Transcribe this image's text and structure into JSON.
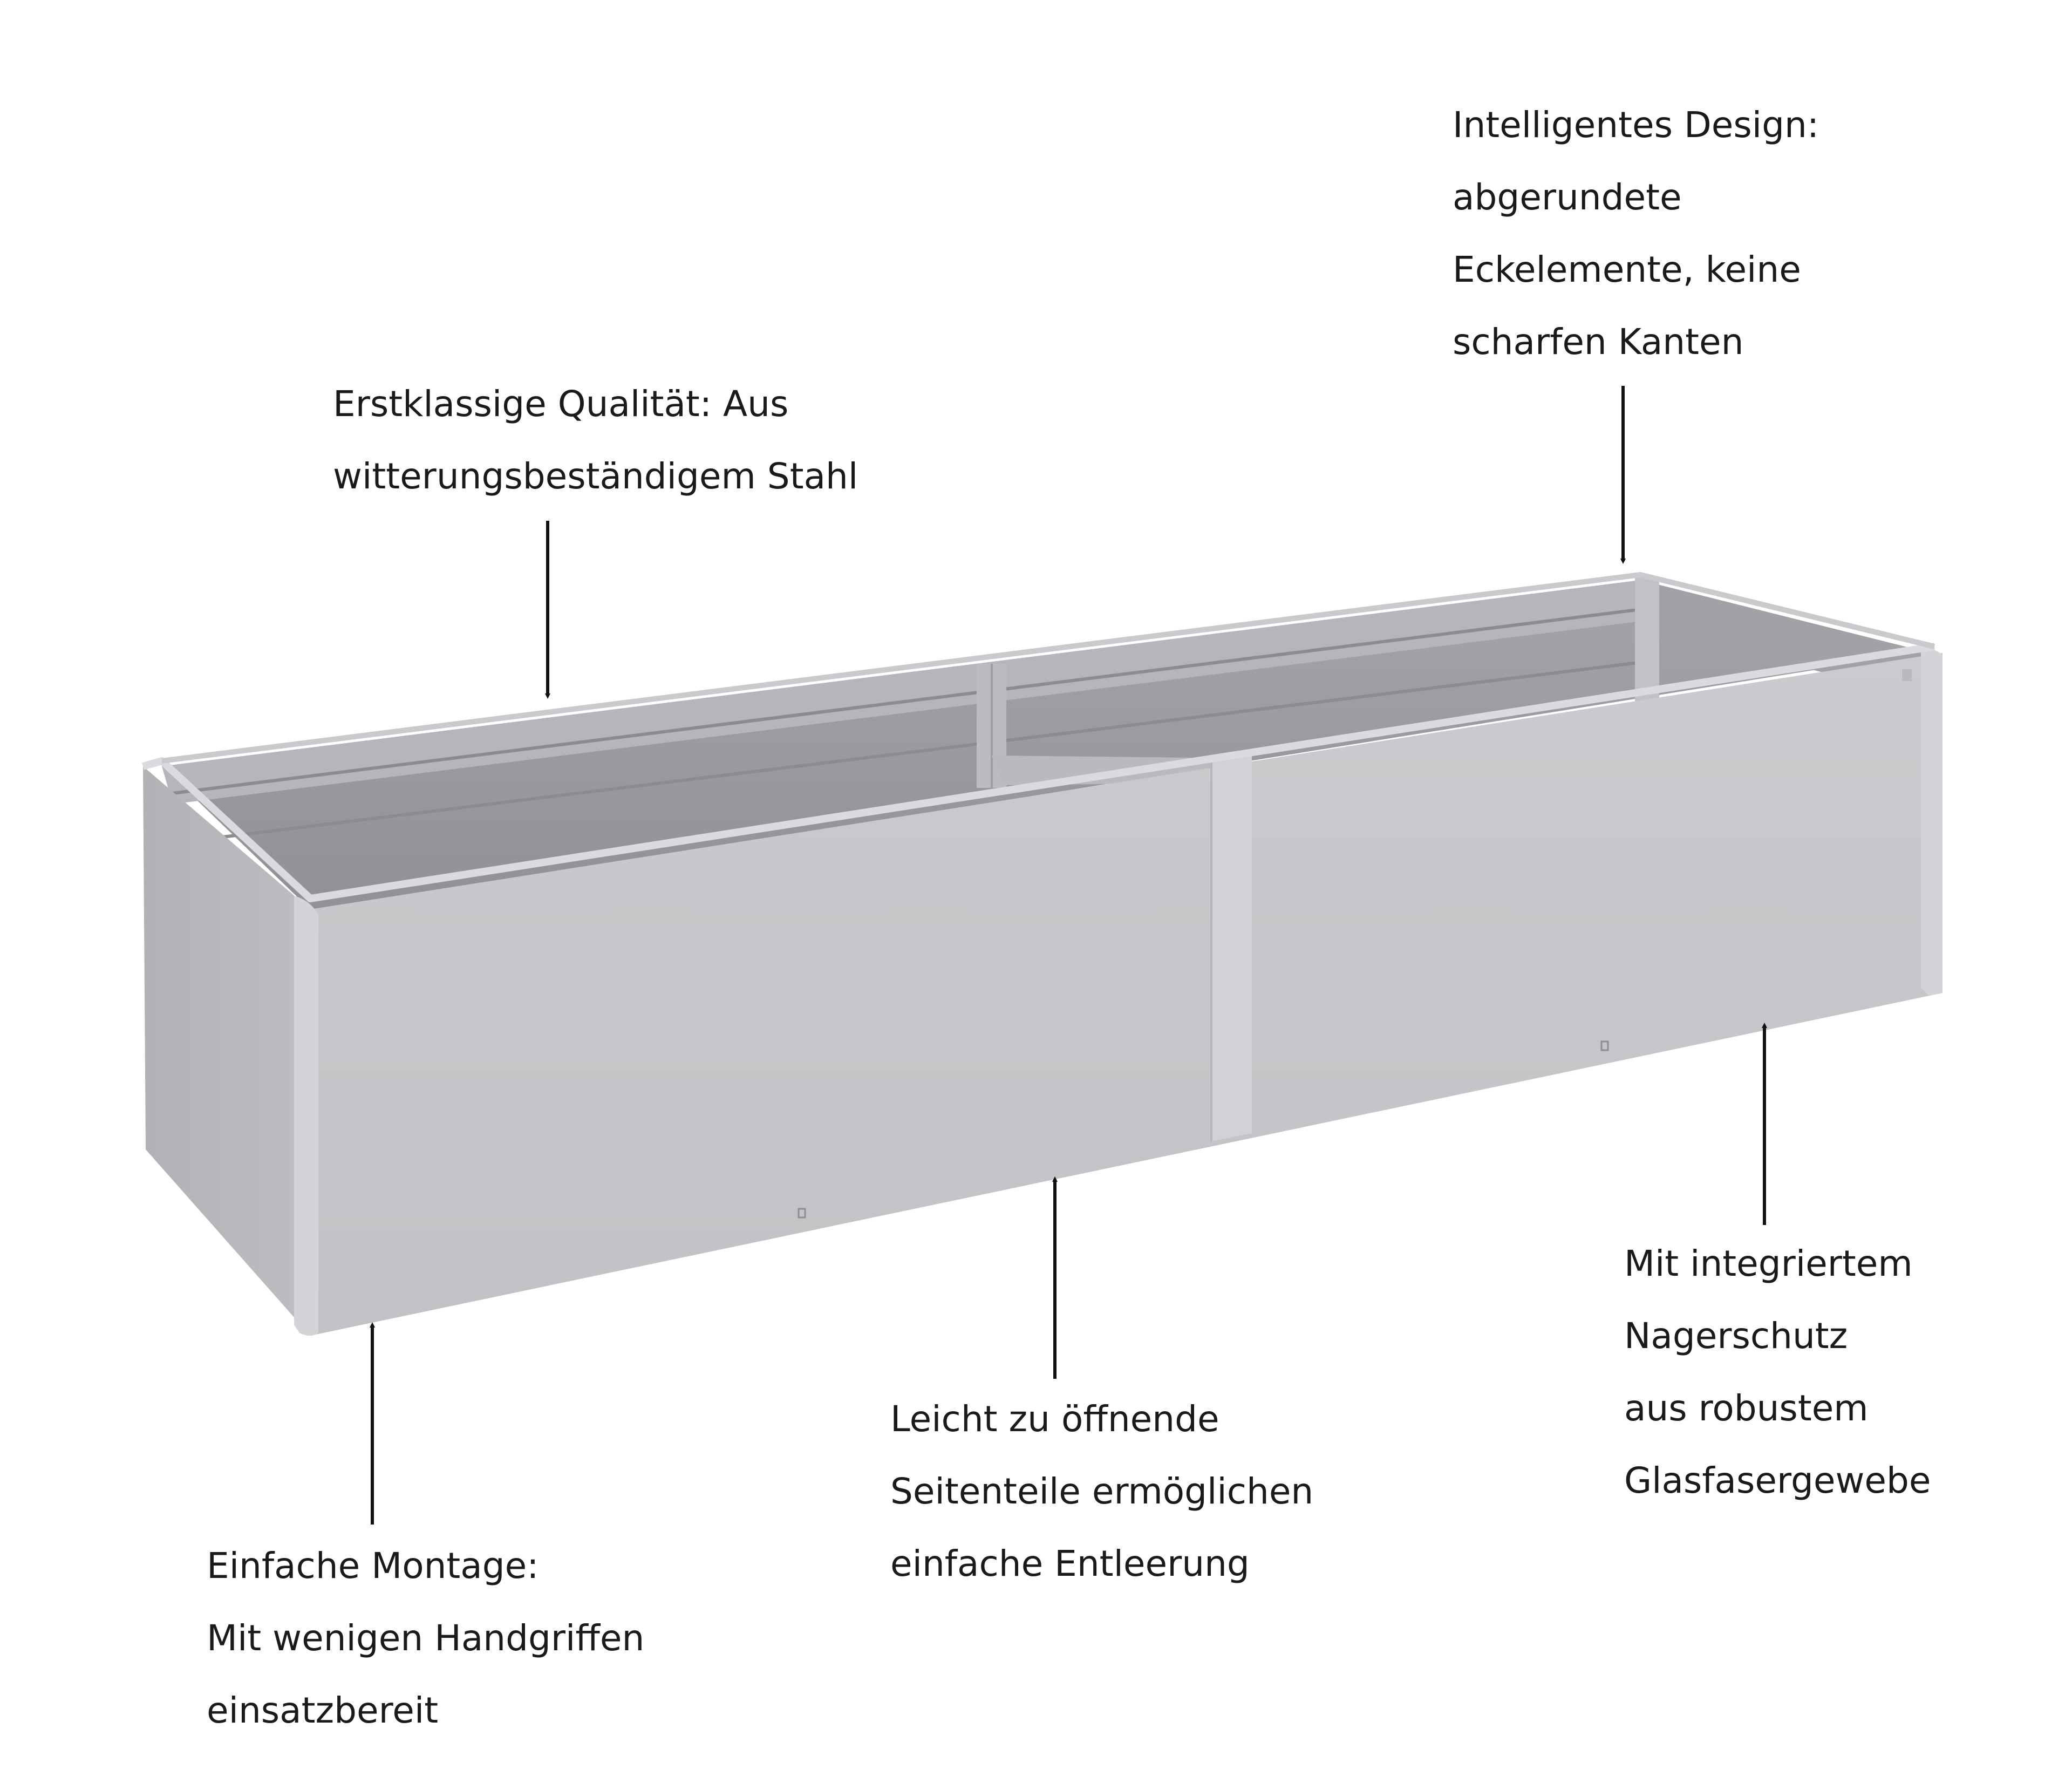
{
  "colors": {
    "background": "#ffffff",
    "text": "#1a1a1a",
    "arrow": "#111111",
    "panel_front": "#c4c6c9",
    "panel_side": "#b3b5b8",
    "panel_inner": "#a8aaad",
    "panel_inner_dark": "#999b9e",
    "rim": "#d3d5d8",
    "seam": "#cfd1d4"
  },
  "callouts": {
    "design": {
      "lines": [
        "Intelligentes Design:",
        "abgerundete",
        "Eckelemente, keine",
        "scharfen Kanten"
      ]
    },
    "quality": {
      "lines": [
        "Erstklassige Qualität: Aus",
        "witterungsbeständigem Stahl"
      ]
    },
    "mount": {
      "lines": [
        "Einfache Montage:",
        "Mit wenigen Handgriffen",
        "einsatzbereit"
      ]
    },
    "empty": {
      "lines": [
        "Leicht zu öffnende",
        "Seitenteile ermöglichen",
        "einfache Entleerung"
      ]
    },
    "rodent": {
      "lines": [
        "Mit integriertem",
        "Nagerschutz",
        "aus robustem",
        "Glasfasergewebe"
      ]
    }
  }
}
